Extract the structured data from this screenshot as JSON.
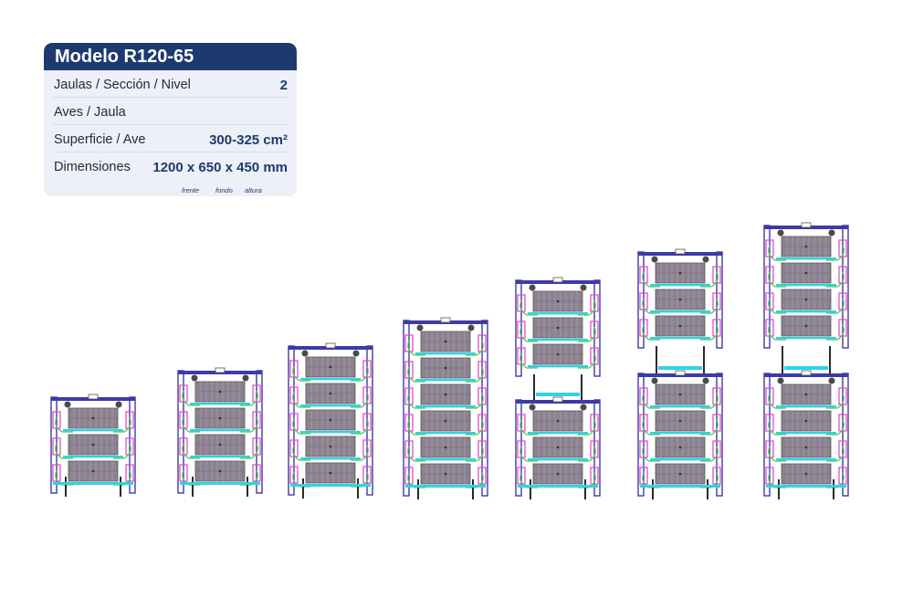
{
  "spec": {
    "title": "Modelo R120-65",
    "rows": [
      {
        "label": "Jaulas / Sección / Nivel",
        "value": "2"
      },
      {
        "label": "Aves / Jaula",
        "value": ""
      },
      {
        "label": "Superficie / Ave",
        "value": "300-325 cm²"
      },
      {
        "label": "Dimensiones",
        "value": "1200 x 650 x 450 mm"
      }
    ],
    "dimension_labels": [
      "frente",
      "fondo",
      "altura"
    ]
  },
  "racks": [
    {
      "id": "rack-3-tier",
      "tiers": 3,
      "sections": 1
    },
    {
      "id": "rack-4-tier",
      "tiers": 4,
      "sections": 1
    },
    {
      "id": "rack-5-tier",
      "tiers": 5,
      "sections": 1
    },
    {
      "id": "rack-6-tier",
      "tiers": 6,
      "sections": 1
    },
    {
      "id": "rack-3x2-tier",
      "tiers": 3,
      "sections": 2
    },
    {
      "id": "rack-4-3-tier",
      "tiers": 4,
      "upper_tiers": 3,
      "sections": 2
    },
    {
      "id": "rack-4x2-tier",
      "tiers": 4,
      "sections": 2
    }
  ],
  "colors": {
    "header": "#1d3a6e",
    "card": "#edf0f6",
    "cage": "#8c8290",
    "frame": "#3f3aa8",
    "cyan": "#2fd3e6",
    "green": "#4cc84c",
    "magenta": "#e04fc8"
  }
}
